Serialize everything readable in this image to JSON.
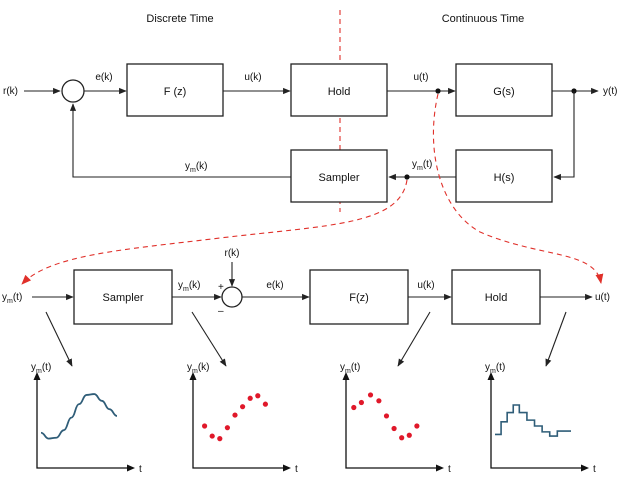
{
  "headers": {
    "left": "Discrete Time",
    "right": "Continuous Time"
  },
  "top": {
    "input": "r(k)",
    "error": "e(k)",
    "controller": "F (z)",
    "u_discrete": "u(k)",
    "hold": "Hold",
    "u_continuous": "u(t)",
    "plant": "G(s)",
    "output": "y(t)",
    "sensor": "H(s)",
    "sampler": "Sampler",
    "ym_cont_main": "y",
    "ym_cont_sub": "m",
    "ym_cont_tail": "(t)",
    "ym_disc_main": "y",
    "ym_disc_sub": "m",
    "ym_disc_tail": "(k)"
  },
  "bottom": {
    "in_main": "y",
    "in_sub": "m",
    "in_tail": "(t)",
    "sampler": "Sampler",
    "ymk_main": "y",
    "ymk_sub": "m",
    "ymk_tail": "(k)",
    "ref": "r(k)",
    "plus": "+",
    "minus": "–",
    "error": "e(k)",
    "controller": "F(z)",
    "u_discrete": "u(k)",
    "hold": "Hold",
    "output": "u(t)"
  },
  "plots": [
    {
      "ylabel_main": "y",
      "ylabel_sub": "m",
      "ylabel_tail": "(t)",
      "xlabel": "t",
      "style": "continuous",
      "color": "#2f5d78",
      "curve": [
        [
          0,
          0.42
        ],
        [
          0.1,
          0.35
        ],
        [
          0.2,
          0.36
        ],
        [
          0.3,
          0.45
        ],
        [
          0.4,
          0.6
        ],
        [
          0.5,
          0.76
        ],
        [
          0.6,
          0.87
        ],
        [
          0.7,
          0.88
        ],
        [
          0.8,
          0.8
        ],
        [
          0.9,
          0.7
        ],
        [
          1.0,
          0.62
        ]
      ]
    },
    {
      "ylabel_main": "y",
      "ylabel_sub": "m",
      "ylabel_tail": "(k)",
      "xlabel": "t",
      "style": "samples",
      "color": "#e0182a",
      "samples": [
        [
          0.1,
          0.5
        ],
        [
          0.2,
          0.38
        ],
        [
          0.3,
          0.35
        ],
        [
          0.4,
          0.48
        ],
        [
          0.5,
          0.63
        ],
        [
          0.6,
          0.73
        ],
        [
          0.7,
          0.83
        ],
        [
          0.8,
          0.86
        ],
        [
          0.9,
          0.76
        ]
      ]
    },
    {
      "ylabel_main": "y",
      "ylabel_sub": "m",
      "ylabel_tail": "(t)",
      "xlabel": "t",
      "style": "samples",
      "color": "#e0182a",
      "samples": [
        [
          0.05,
          0.72
        ],
        [
          0.15,
          0.78
        ],
        [
          0.27,
          0.87
        ],
        [
          0.38,
          0.8
        ],
        [
          0.48,
          0.62
        ],
        [
          0.58,
          0.47
        ],
        [
          0.68,
          0.36
        ],
        [
          0.78,
          0.39
        ],
        [
          0.88,
          0.5
        ]
      ]
    },
    {
      "ylabel_main": "y",
      "ylabel_sub": "m",
      "ylabel_tail": "(t)",
      "xlabel": "t",
      "style": "staircase",
      "color": "#2f5d78",
      "steps": [
        [
          0.0,
          0.4
        ],
        [
          0.08,
          0.55
        ],
        [
          0.16,
          0.66
        ],
        [
          0.24,
          0.75
        ],
        [
          0.32,
          0.66
        ],
        [
          0.42,
          0.57
        ],
        [
          0.52,
          0.5
        ],
        [
          0.62,
          0.43
        ],
        [
          0.72,
          0.38
        ],
        [
          0.82,
          0.44
        ],
        [
          0.92,
          0.44
        ]
      ]
    }
  ]
}
